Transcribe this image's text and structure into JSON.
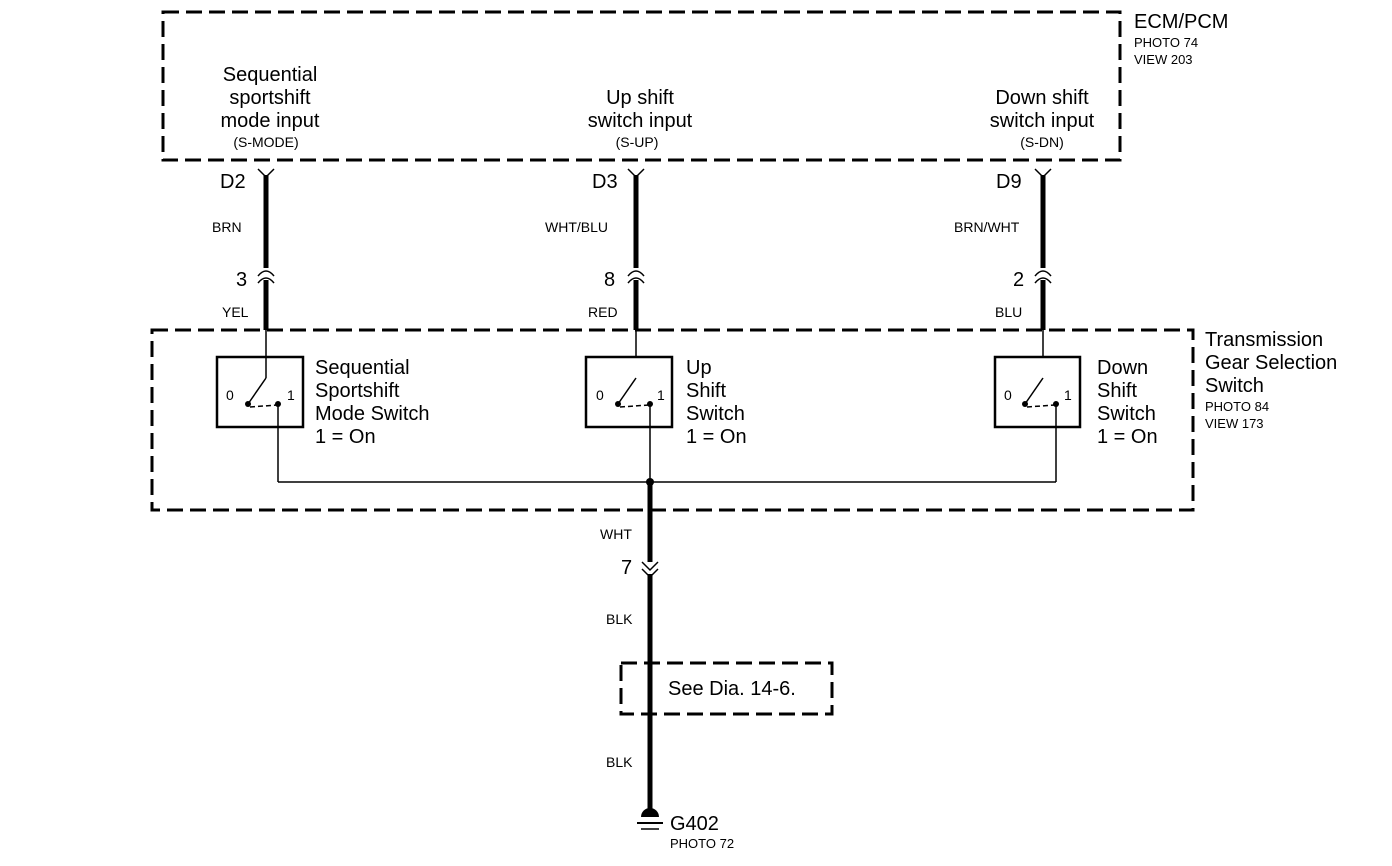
{
  "ecm": {
    "name": "ECM/PCM",
    "photo": "PHOTO 74",
    "view": "VIEW 203",
    "inputs": [
      {
        "line1": "Sequential",
        "line2": "sportshift",
        "line3": "mode input",
        "code": "(S-MODE)",
        "pin": "D2"
      },
      {
        "line1": "Up shift",
        "line2": "switch input",
        "code": "(S-UP)",
        "pin": "D3"
      },
      {
        "line1": "Down shift",
        "line2": "switch input",
        "code": "(S-DN)",
        "pin": "D9"
      }
    ]
  },
  "wires_upper": [
    "BRN",
    "WHT/BLU",
    "BRN/WHT"
  ],
  "connector_pins": [
    "3",
    "8",
    "2"
  ],
  "wires_lower": [
    "YEL",
    "RED",
    "BLU"
  ],
  "tgs": {
    "name_line1": "Transmission",
    "name_line2": "Gear Selection",
    "name_line3": "Switch",
    "photo": "PHOTO 84",
    "view": "VIEW 173",
    "switches": [
      {
        "line1": "Sequential",
        "line2": "Sportshift",
        "line3": "Mode Switch",
        "state": "1 = On",
        "pos0": "0",
        "pos1": "1"
      },
      {
        "line1": "Up",
        "line2": "Shift",
        "line3": "Switch",
        "state": "1 = On",
        "pos0": "0",
        "pos1": "1"
      },
      {
        "line1": "Down",
        "line2": "Shift",
        "line3": "Switch",
        "state": "1 = On",
        "pos0": "0",
        "pos1": "1"
      }
    ]
  },
  "ground_path": {
    "wire1": "WHT",
    "pin": "7",
    "wire2": "BLK",
    "reference": "See Dia. 14-6.",
    "wire3": "BLK",
    "ground_name": "G402",
    "ground_photo": "PHOTO 72"
  }
}
